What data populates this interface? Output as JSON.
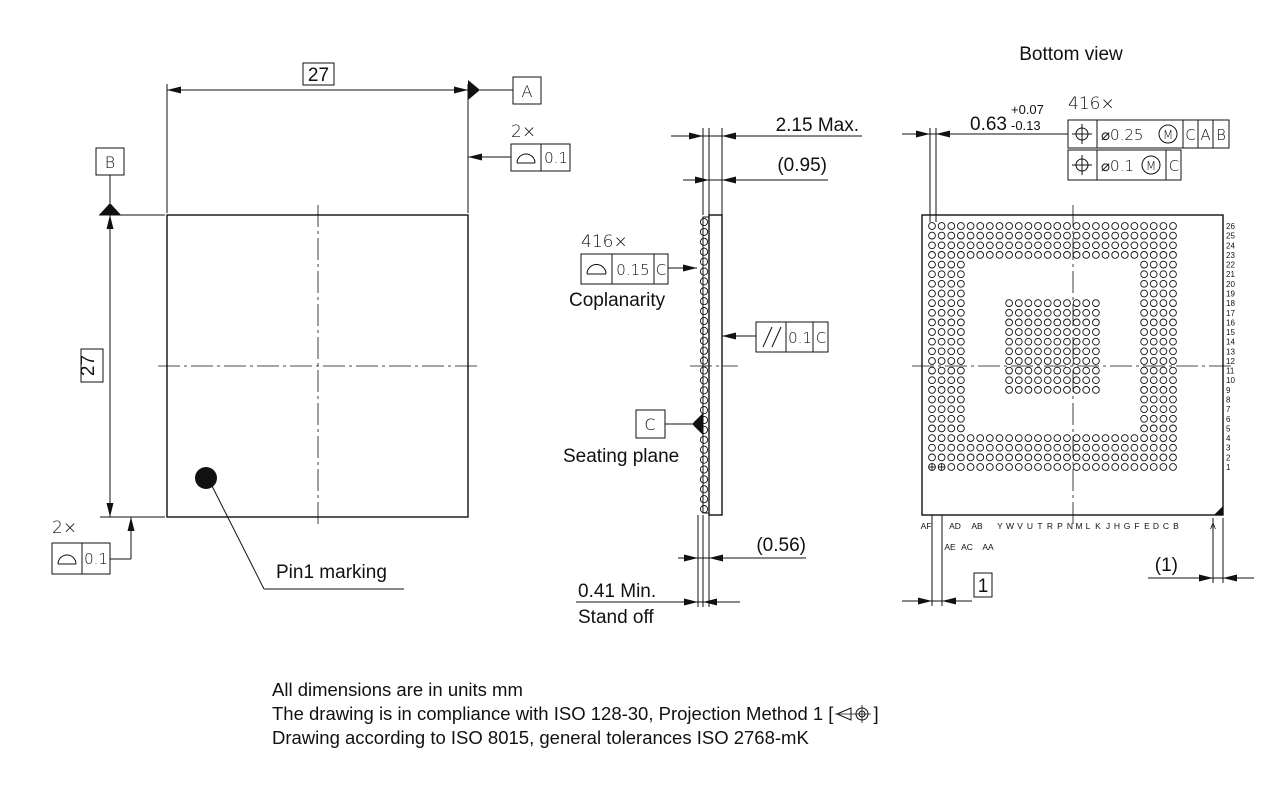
{
  "top_view": {
    "width_dim": "27",
    "height_dim": "27",
    "datum_a": "A",
    "datum_b": "B",
    "count_top": "2×",
    "count_bottom": "2×",
    "flatness_value_top": "0.1",
    "flatness_value_bottom": "0.1",
    "pin1_label": "Pin1 marking"
  },
  "side_view": {
    "max_height": "2.15 Max.",
    "body_thickness": "(0.95)",
    "ball_height": "(0.56)",
    "standoff_value": "0.41 Min.",
    "standoff_label": "Stand off",
    "coplanarity_count": "416×",
    "coplanarity_value": "0.15",
    "coplanarity_datum": "C",
    "coplanarity_label": "Coplanarity",
    "parallelism_value": "0.1",
    "parallelism_datum": "C",
    "datum_c": "C",
    "seating_plane_label": "Seating plane"
  },
  "bottom_view": {
    "title": "Bottom view",
    "ball_count": "416×",
    "ball_dia": "0.63",
    "tol_plus": "+0.07",
    "tol_minus": "-0.13",
    "pos_tol_1": "⌀0.25",
    "pos_tol_2": "⌀0.1",
    "datum_c": "C",
    "datum_a": "A",
    "datum_b": "B",
    "pitch": "1",
    "edge_dim": "(1)",
    "row_numbers": [
      "26",
      "25",
      "24",
      "23",
      "22",
      "21",
      "20",
      "19",
      "18",
      "17",
      "16",
      "15",
      "14",
      "13",
      "12",
      "11",
      "10",
      "9",
      "8",
      "7",
      "6",
      "5",
      "4",
      "3",
      "2",
      "1"
    ],
    "col_labels_top": [
      "AF",
      "AD",
      "AB",
      "Y",
      "W",
      "V",
      "U",
      "T",
      "R",
      "P",
      "N",
      "M",
      "L",
      "K",
      "J",
      "H",
      "G",
      "F",
      "E",
      "D",
      "C",
      "B",
      "A"
    ],
    "col_labels_bottom": [
      "AE",
      "AC",
      "AA"
    ]
  },
  "notes": [
    "All dimensions are in units mm",
    "The drawing is in compliance with ISO 128-30, Projection Method 1 [",
    "Drawing according to ISO 8015, general tolerances ISO 2768-mK"
  ],
  "notes_suffix": "]",
  "colors": {
    "ink": "#111111",
    "background": "#ffffff"
  }
}
